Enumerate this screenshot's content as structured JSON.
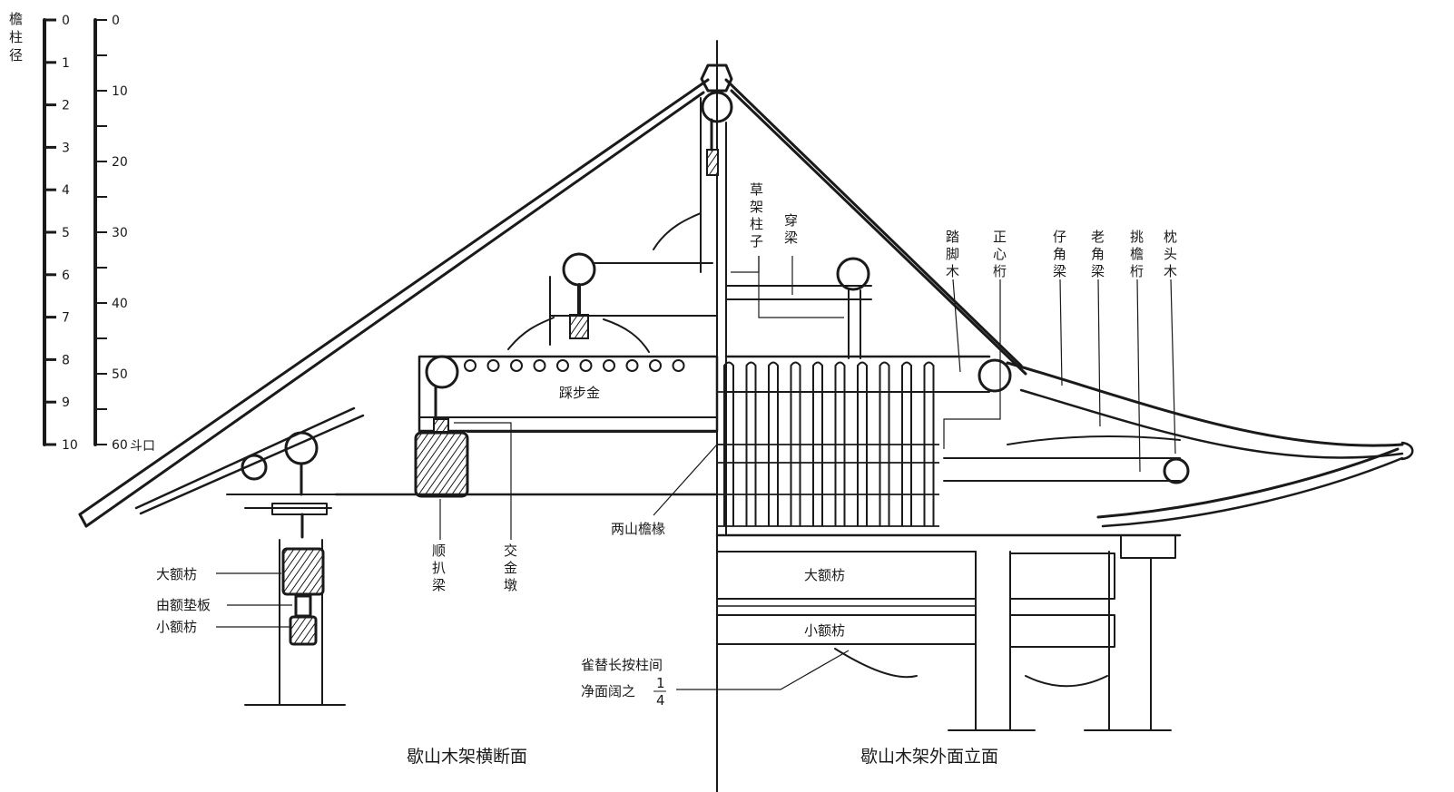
{
  "scale": {
    "column_diameter_label": "檐柱径",
    "column_ticks": [
      "0",
      "1",
      "2",
      "3",
      "4",
      "5",
      "6",
      "7",
      "8",
      "9",
      "10"
    ],
    "doukou_ticks": [
      "0",
      "10",
      "20",
      "30",
      "40",
      "50",
      "60"
    ],
    "doukou_unit": "斗口"
  },
  "titles": {
    "left": "歇山木架横断面",
    "right": "歇山木架外面立面"
  },
  "labels": {
    "cao_jia_zhu_zi": "草架柱子",
    "chuan_liang": "穿梁",
    "ta_jiao_mu": "踏脚木",
    "zheng_xin_heng": "正心桁",
    "zai_jiao_liang": "仔角梁",
    "lao_jiao_liang": "老角梁",
    "tiao_yan_heng": "挑檐桁",
    "zhen_tou_mu": "枕头木",
    "cai_bu_jin": "踩步金",
    "liang_shan_yan_chuan": "两山檐椽",
    "shun_ba_liang": "顺扒梁",
    "jiao_jin_dun": "交金墩",
    "da_e_fang_left": "大额枋",
    "you_e_dian_ban": "由额垫板",
    "xiao_e_fang_left": "小额枋",
    "da_e_fang_right": "大额枋",
    "xiao_e_fang_right": "小额枋",
    "que_ti_line1": "雀替长按柱间",
    "que_ti_line2": "净面阔之",
    "que_ti_num": "1",
    "que_ti_den": "4"
  }
}
